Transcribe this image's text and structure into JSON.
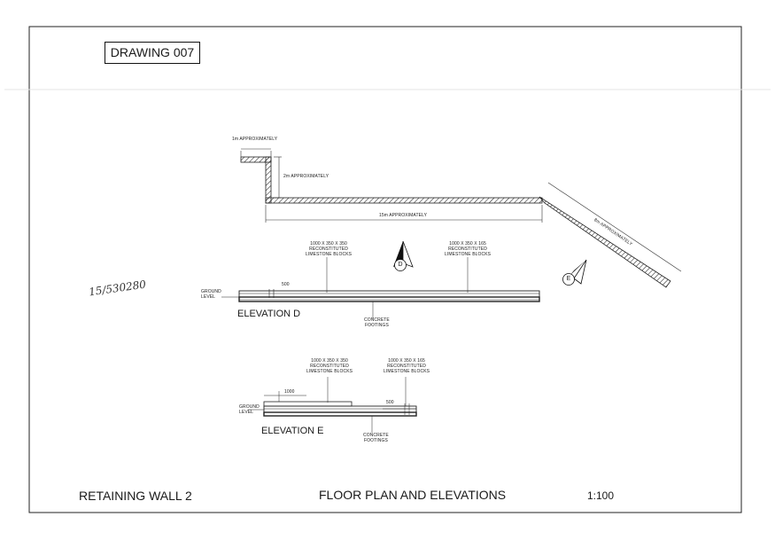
{
  "drawing_number": "DRAWING 007",
  "handwritten_ref": "15/530280",
  "plan": {
    "dim_top": "1m APPROXIMATELY",
    "dim_vertical": "2m APPROXIMATELY",
    "dim_long": "15m APPROXIMATELY",
    "dim_diagonal": "8m APPROXIMATELY",
    "marker_d": "D",
    "marker_e": "E"
  },
  "elevation_d": {
    "title": "ELEVATION D",
    "ground_level": [
      "GROUND",
      "LEVEL"
    ],
    "dim_500": "500",
    "blocks_left": [
      "1000 X 350 X 350",
      "RECONSTITUTED",
      "LIMESTONE BLOCKS"
    ],
    "blocks_right": [
      "1000 X 350 X 165",
      "RECONSTITUTED",
      "LIMESTONE BLOCKS"
    ],
    "footings": [
      "CONCRETE",
      "FOOTINGS"
    ]
  },
  "elevation_e": {
    "title": "ELEVATION E",
    "ground_level": [
      "GROUND",
      "LEVEL"
    ],
    "dim_1000": "1000",
    "dim_500": "500",
    "blocks_left": [
      "1000 X 350 X 350",
      "RECONSTITUTED",
      "LIMESTONE BLOCKS"
    ],
    "blocks_right": [
      "1000 X 350 X 165",
      "RECONSTITUTED",
      "LIMESTONE BLOCKS"
    ],
    "footings": [
      "CONCRETE",
      "FOOTINGS"
    ]
  },
  "title_block": {
    "project": "RETAINING WALL 2",
    "sheet_title": "FLOOR PLAN AND ELEVATIONS",
    "scale": "1:100"
  }
}
